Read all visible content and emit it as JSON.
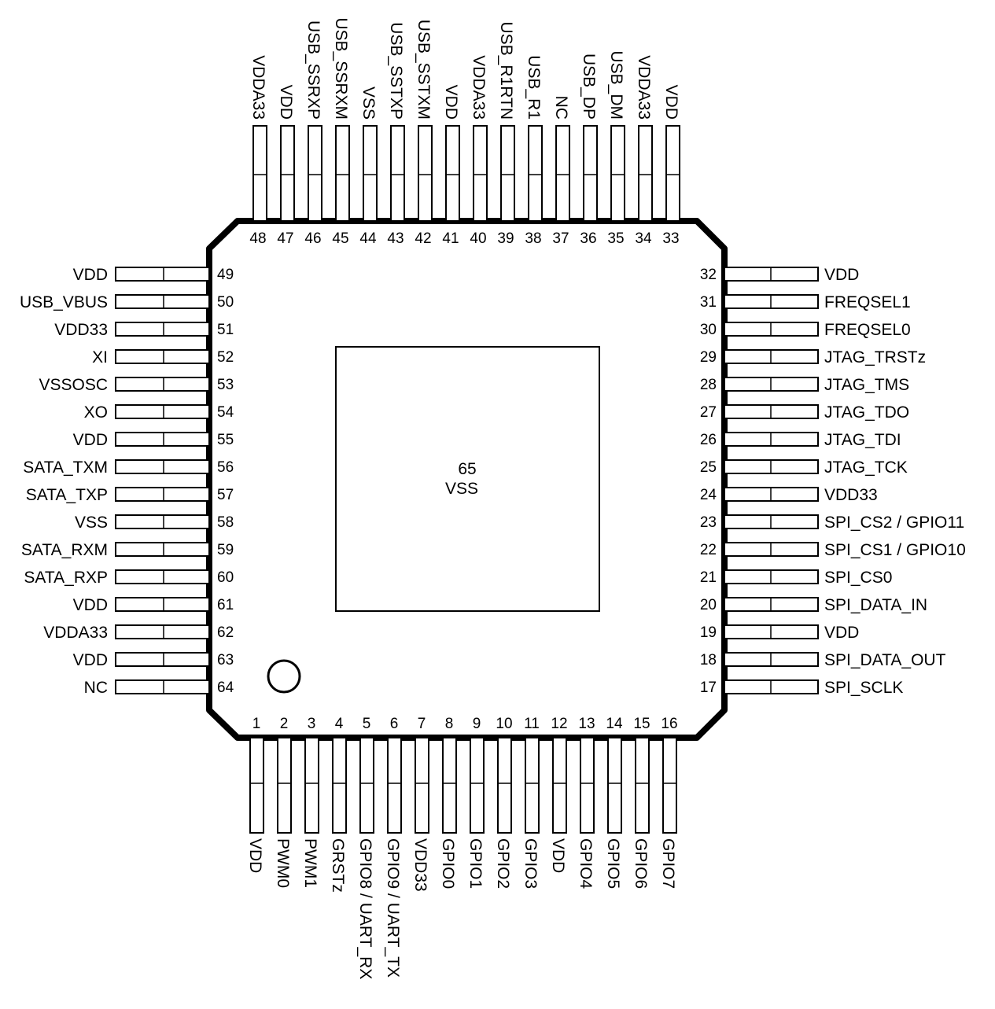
{
  "package": {
    "exposed_pad": {
      "number": "65",
      "name": "VSS"
    }
  },
  "pins": {
    "bottom": [
      {
        "num": "1",
        "name": "VDD"
      },
      {
        "num": "2",
        "name": "PWM0"
      },
      {
        "num": "3",
        "name": "PWM1"
      },
      {
        "num": "4",
        "name": "GRSTz"
      },
      {
        "num": "5",
        "name": "GPIO8 / UART_RX"
      },
      {
        "num": "6",
        "name": "GPIO9 / UART_TX"
      },
      {
        "num": "7",
        "name": "VDD33"
      },
      {
        "num": "8",
        "name": "GPIO0"
      },
      {
        "num": "9",
        "name": "GPIO1"
      },
      {
        "num": "10",
        "name": "GPIO2"
      },
      {
        "num": "11",
        "name": "GPIO3"
      },
      {
        "num": "12",
        "name": "VDD"
      },
      {
        "num": "13",
        "name": "GPIO4"
      },
      {
        "num": "14",
        "name": "GPIO5"
      },
      {
        "num": "15",
        "name": "GPIO6"
      },
      {
        "num": "16",
        "name": "GPIO7"
      }
    ],
    "right": [
      {
        "num": "17",
        "name": "SPI_SCLK"
      },
      {
        "num": "18",
        "name": "SPI_DATA_OUT"
      },
      {
        "num": "19",
        "name": "VDD"
      },
      {
        "num": "20",
        "name": "SPI_DATA_IN"
      },
      {
        "num": "21",
        "name": "SPI_CS0"
      },
      {
        "num": "22",
        "name": "SPI_CS1 / GPIO10"
      },
      {
        "num": "23",
        "name": "SPI_CS2 / GPIO11"
      },
      {
        "num": "24",
        "name": "VDD33"
      },
      {
        "num": "25",
        "name": "JTAG_TCK"
      },
      {
        "num": "26",
        "name": "JTAG_TDI"
      },
      {
        "num": "27",
        "name": "JTAG_TDO"
      },
      {
        "num": "28",
        "name": "JTAG_TMS"
      },
      {
        "num": "29",
        "name": "JTAG_TRSTz"
      },
      {
        "num": "30",
        "name": "FREQSEL0"
      },
      {
        "num": "31",
        "name": "FREQSEL1"
      },
      {
        "num": "32",
        "name": "VDD"
      }
    ],
    "top": [
      {
        "num": "33",
        "name": "VDD"
      },
      {
        "num": "34",
        "name": "VDDA33"
      },
      {
        "num": "35",
        "name": "USB_DM"
      },
      {
        "num": "36",
        "name": "USB_DP"
      },
      {
        "num": "37",
        "name": "NC"
      },
      {
        "num": "38",
        "name": "USB_R1"
      },
      {
        "num": "39",
        "name": "USB_R1RTN"
      },
      {
        "num": "40",
        "name": "VDDA33"
      },
      {
        "num": "41",
        "name": "VDD"
      },
      {
        "num": "42",
        "name": "USB_SSTXM"
      },
      {
        "num": "43",
        "name": "USB_SSTXP"
      },
      {
        "num": "44",
        "name": "VSS"
      },
      {
        "num": "45",
        "name": "USB_SSRXM"
      },
      {
        "num": "46",
        "name": "USB_SSRXP"
      },
      {
        "num": "47",
        "name": "VDD"
      },
      {
        "num": "48",
        "name": "VDDA33"
      }
    ],
    "left": [
      {
        "num": "49",
        "name": "VDD"
      },
      {
        "num": "50",
        "name": "USB_VBUS"
      },
      {
        "num": "51",
        "name": "VDD33"
      },
      {
        "num": "52",
        "name": "XI"
      },
      {
        "num": "53",
        "name": "VSSOSC"
      },
      {
        "num": "54",
        "name": "XO"
      },
      {
        "num": "55",
        "name": "VDD"
      },
      {
        "num": "56",
        "name": "SATA_TXM"
      },
      {
        "num": "57",
        "name": "SATA_TXP"
      },
      {
        "num": "58",
        "name": "VSS"
      },
      {
        "num": "59",
        "name": "SATA_RXM"
      },
      {
        "num": "60",
        "name": "SATA_RXP"
      },
      {
        "num": "61",
        "name": "VDD"
      },
      {
        "num": "62",
        "name": "VDDA33"
      },
      {
        "num": "63",
        "name": "VDD"
      },
      {
        "num": "64",
        "name": "NC"
      }
    ]
  }
}
